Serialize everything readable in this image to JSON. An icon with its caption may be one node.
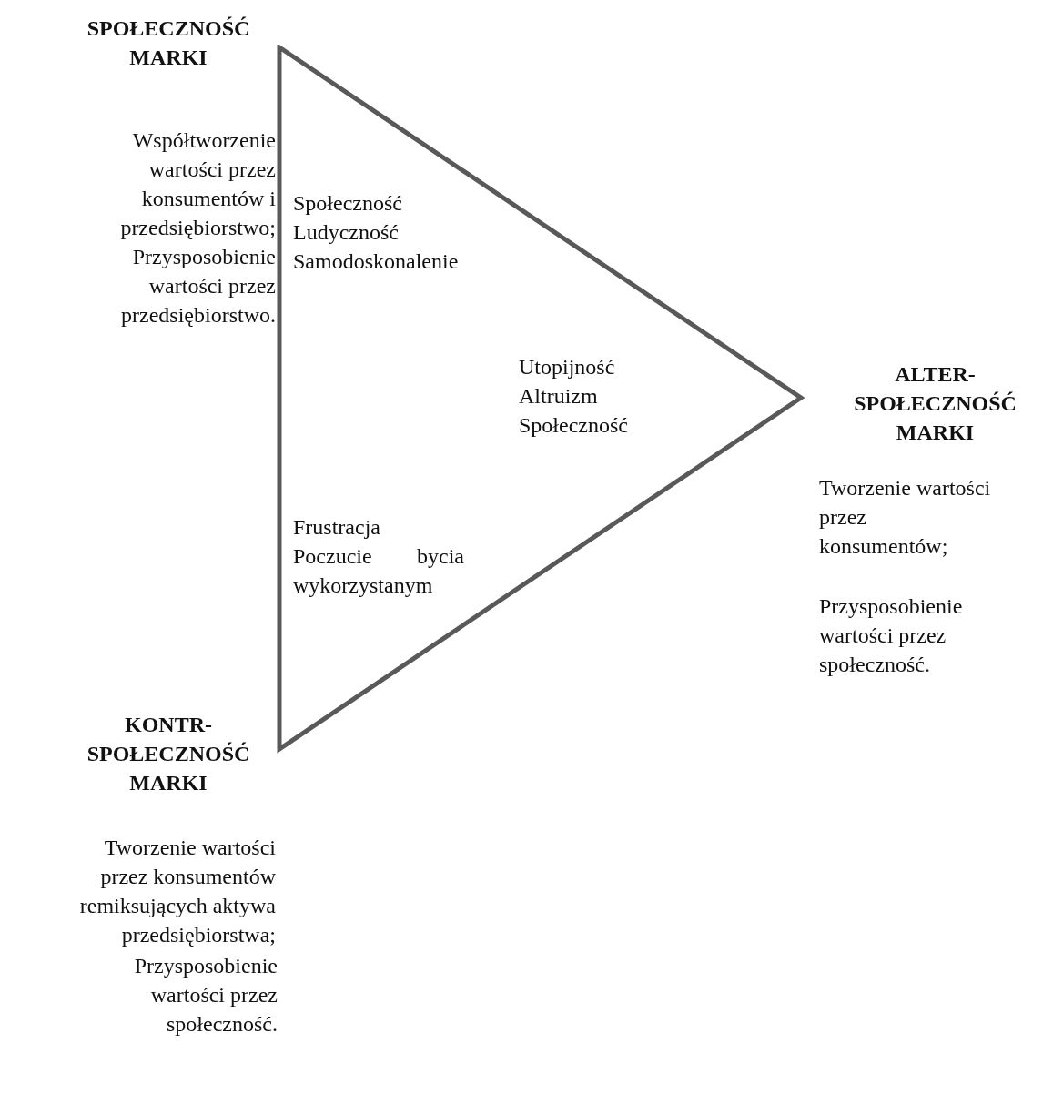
{
  "diagram": {
    "nodes": [
      {
        "text": [
          "Społeczność Ludyczność Samodoskonalenie",
          "Utopijność Altruizm Społeczność",
          "Frustracja Poczucie bycia wykorzystanym"
        ]
      }
    ],
    "labels": [
      "SPOŁECZNOŚĆ MARKI",
      "Współtworzenie wartości przez konsumentów i przedsiębiorstwo;",
      "Przysposobienie wartości przez przedsiębiorstwo.",
      "ALTER-SPOŁECZNOŚĆ MARKI",
      "Tworzenie wartości przez konsumentów;",
      "Przysposobienie wartości przez społeczność.",
      "KONTR-SPOŁECZNOŚĆ MARKI",
      "Tworzenie wartości przez konsumentów remiksujących aktywa przedsiębiorstwa;",
      "Przysposobienie wartości przez społeczność."
    ]
  }
}
